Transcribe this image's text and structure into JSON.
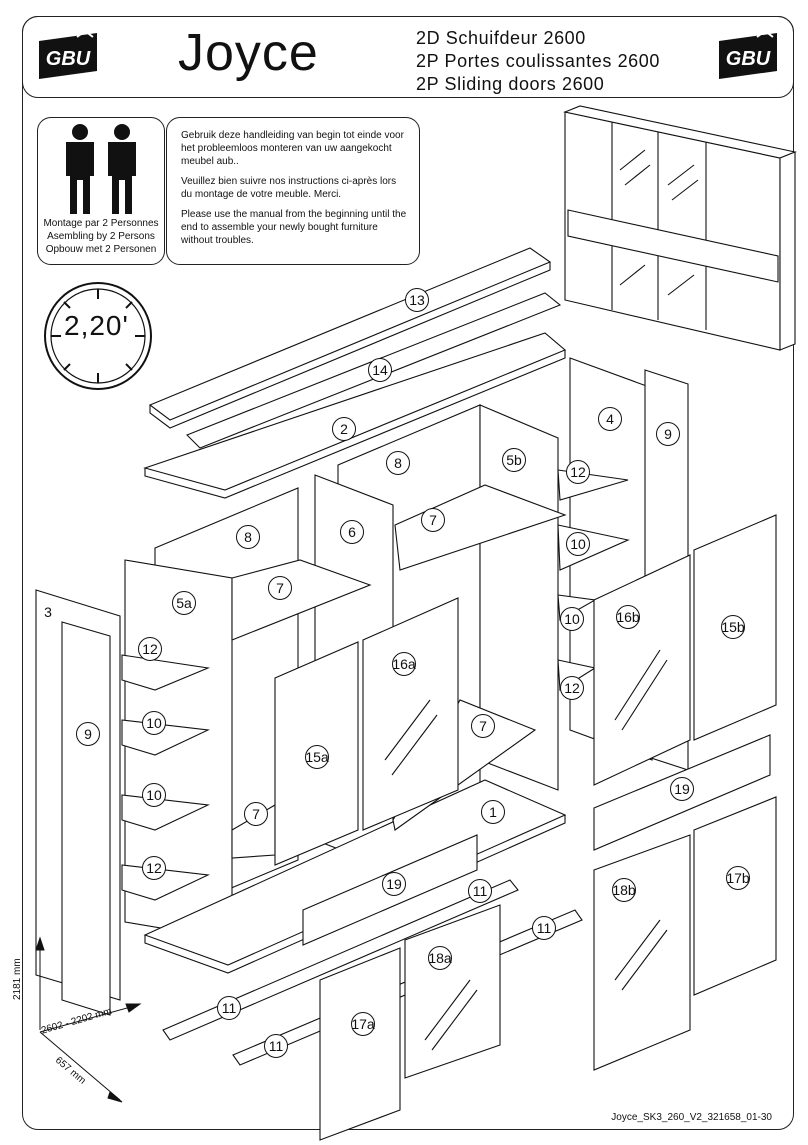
{
  "header": {
    "brand_left_logo": "GBU logo",
    "brand_right_logo": "GBU logo",
    "title": "Joyce",
    "subtitles": [
      "2D Schuifdeur 2600",
      "2P Portes coulissantes 2600",
      "2P Sliding doors 2600"
    ]
  },
  "persons": {
    "icon": "two-persons-icon",
    "lines": [
      "Montage par 2 Personnes",
      "Asembling by 2 Persons",
      "Opbouw met 2 Personen"
    ]
  },
  "intro": {
    "nl": "Gebruik deze handleiding van begin tot einde voor het probleemloos monteren van uw aangekocht meubel aub..",
    "fr": "Veuillez bien suivre nos instructions ci-après lors du montage de votre meuble. Merci.",
    "en": "Please use the manual from the beginning until the end to assemble your newly bought furniture without troubles."
  },
  "clock": {
    "icon": "clock-icon",
    "label": "2,20'"
  },
  "parts": [
    {
      "id": "13",
      "shape": "circle"
    },
    {
      "id": "14",
      "shape": "circle"
    },
    {
      "id": "2",
      "shape": "circle"
    },
    {
      "id": "8a",
      "text": "8",
      "shape": "circle"
    },
    {
      "id": "5b",
      "shape": "circle"
    },
    {
      "id": "4",
      "shape": "circle"
    },
    {
      "id": "9a",
      "text": "9",
      "shape": "circle"
    },
    {
      "id": "12a",
      "text": "12",
      "shape": "circle"
    },
    {
      "id": "7a",
      "text": "7",
      "shape": "circle"
    },
    {
      "id": "6",
      "shape": "circle"
    },
    {
      "id": "8b",
      "text": "8",
      "shape": "circle"
    },
    {
      "id": "10a",
      "text": "10",
      "shape": "circle"
    },
    {
      "id": "7b",
      "text": "7",
      "shape": "circle"
    },
    {
      "id": "3",
      "shape": "plain"
    },
    {
      "id": "5a",
      "shape": "circle"
    },
    {
      "id": "12b",
      "text": "12",
      "shape": "circle"
    },
    {
      "id": "16b",
      "shape": "circle"
    },
    {
      "id": "15b",
      "shape": "circle"
    },
    {
      "id": "10b",
      "text": "10",
      "shape": "circle"
    },
    {
      "id": "16a",
      "shape": "circle"
    },
    {
      "id": "12c",
      "text": "12",
      "shape": "circle"
    },
    {
      "id": "9b",
      "text": "9",
      "shape": "circle"
    },
    {
      "id": "10c",
      "text": "10",
      "shape": "circle"
    },
    {
      "id": "15a",
      "shape": "circle"
    },
    {
      "id": "7c",
      "text": "7",
      "shape": "circle"
    },
    {
      "id": "10d",
      "text": "10",
      "shape": "circle"
    },
    {
      "id": "19a",
      "text": "19",
      "shape": "circle"
    },
    {
      "id": "1",
      "shape": "circle"
    },
    {
      "id": "7d",
      "text": "7",
      "shape": "circle"
    },
    {
      "id": "12d",
      "text": "12",
      "shape": "circle"
    },
    {
      "id": "19b",
      "text": "19",
      "shape": "circle"
    },
    {
      "id": "11a",
      "text": "11",
      "shape": "circle"
    },
    {
      "id": "17b",
      "shape": "circle"
    },
    {
      "id": "18b",
      "shape": "circle"
    },
    {
      "id": "11b",
      "text": "11",
      "shape": "circle"
    },
    {
      "id": "18a",
      "shape": "circle"
    },
    {
      "id": "11c",
      "text": "11",
      "shape": "circle"
    },
    {
      "id": "17a",
      "shape": "circle"
    },
    {
      "id": "11d",
      "text": "11",
      "shape": "circle"
    }
  ],
  "dimensions": {
    "height": "2181 mm",
    "width": "2602 - 2202 mm",
    "depth": "657 mm"
  },
  "footer": {
    "code": "Joyce_SK3_260_V2_321658_01-30"
  }
}
